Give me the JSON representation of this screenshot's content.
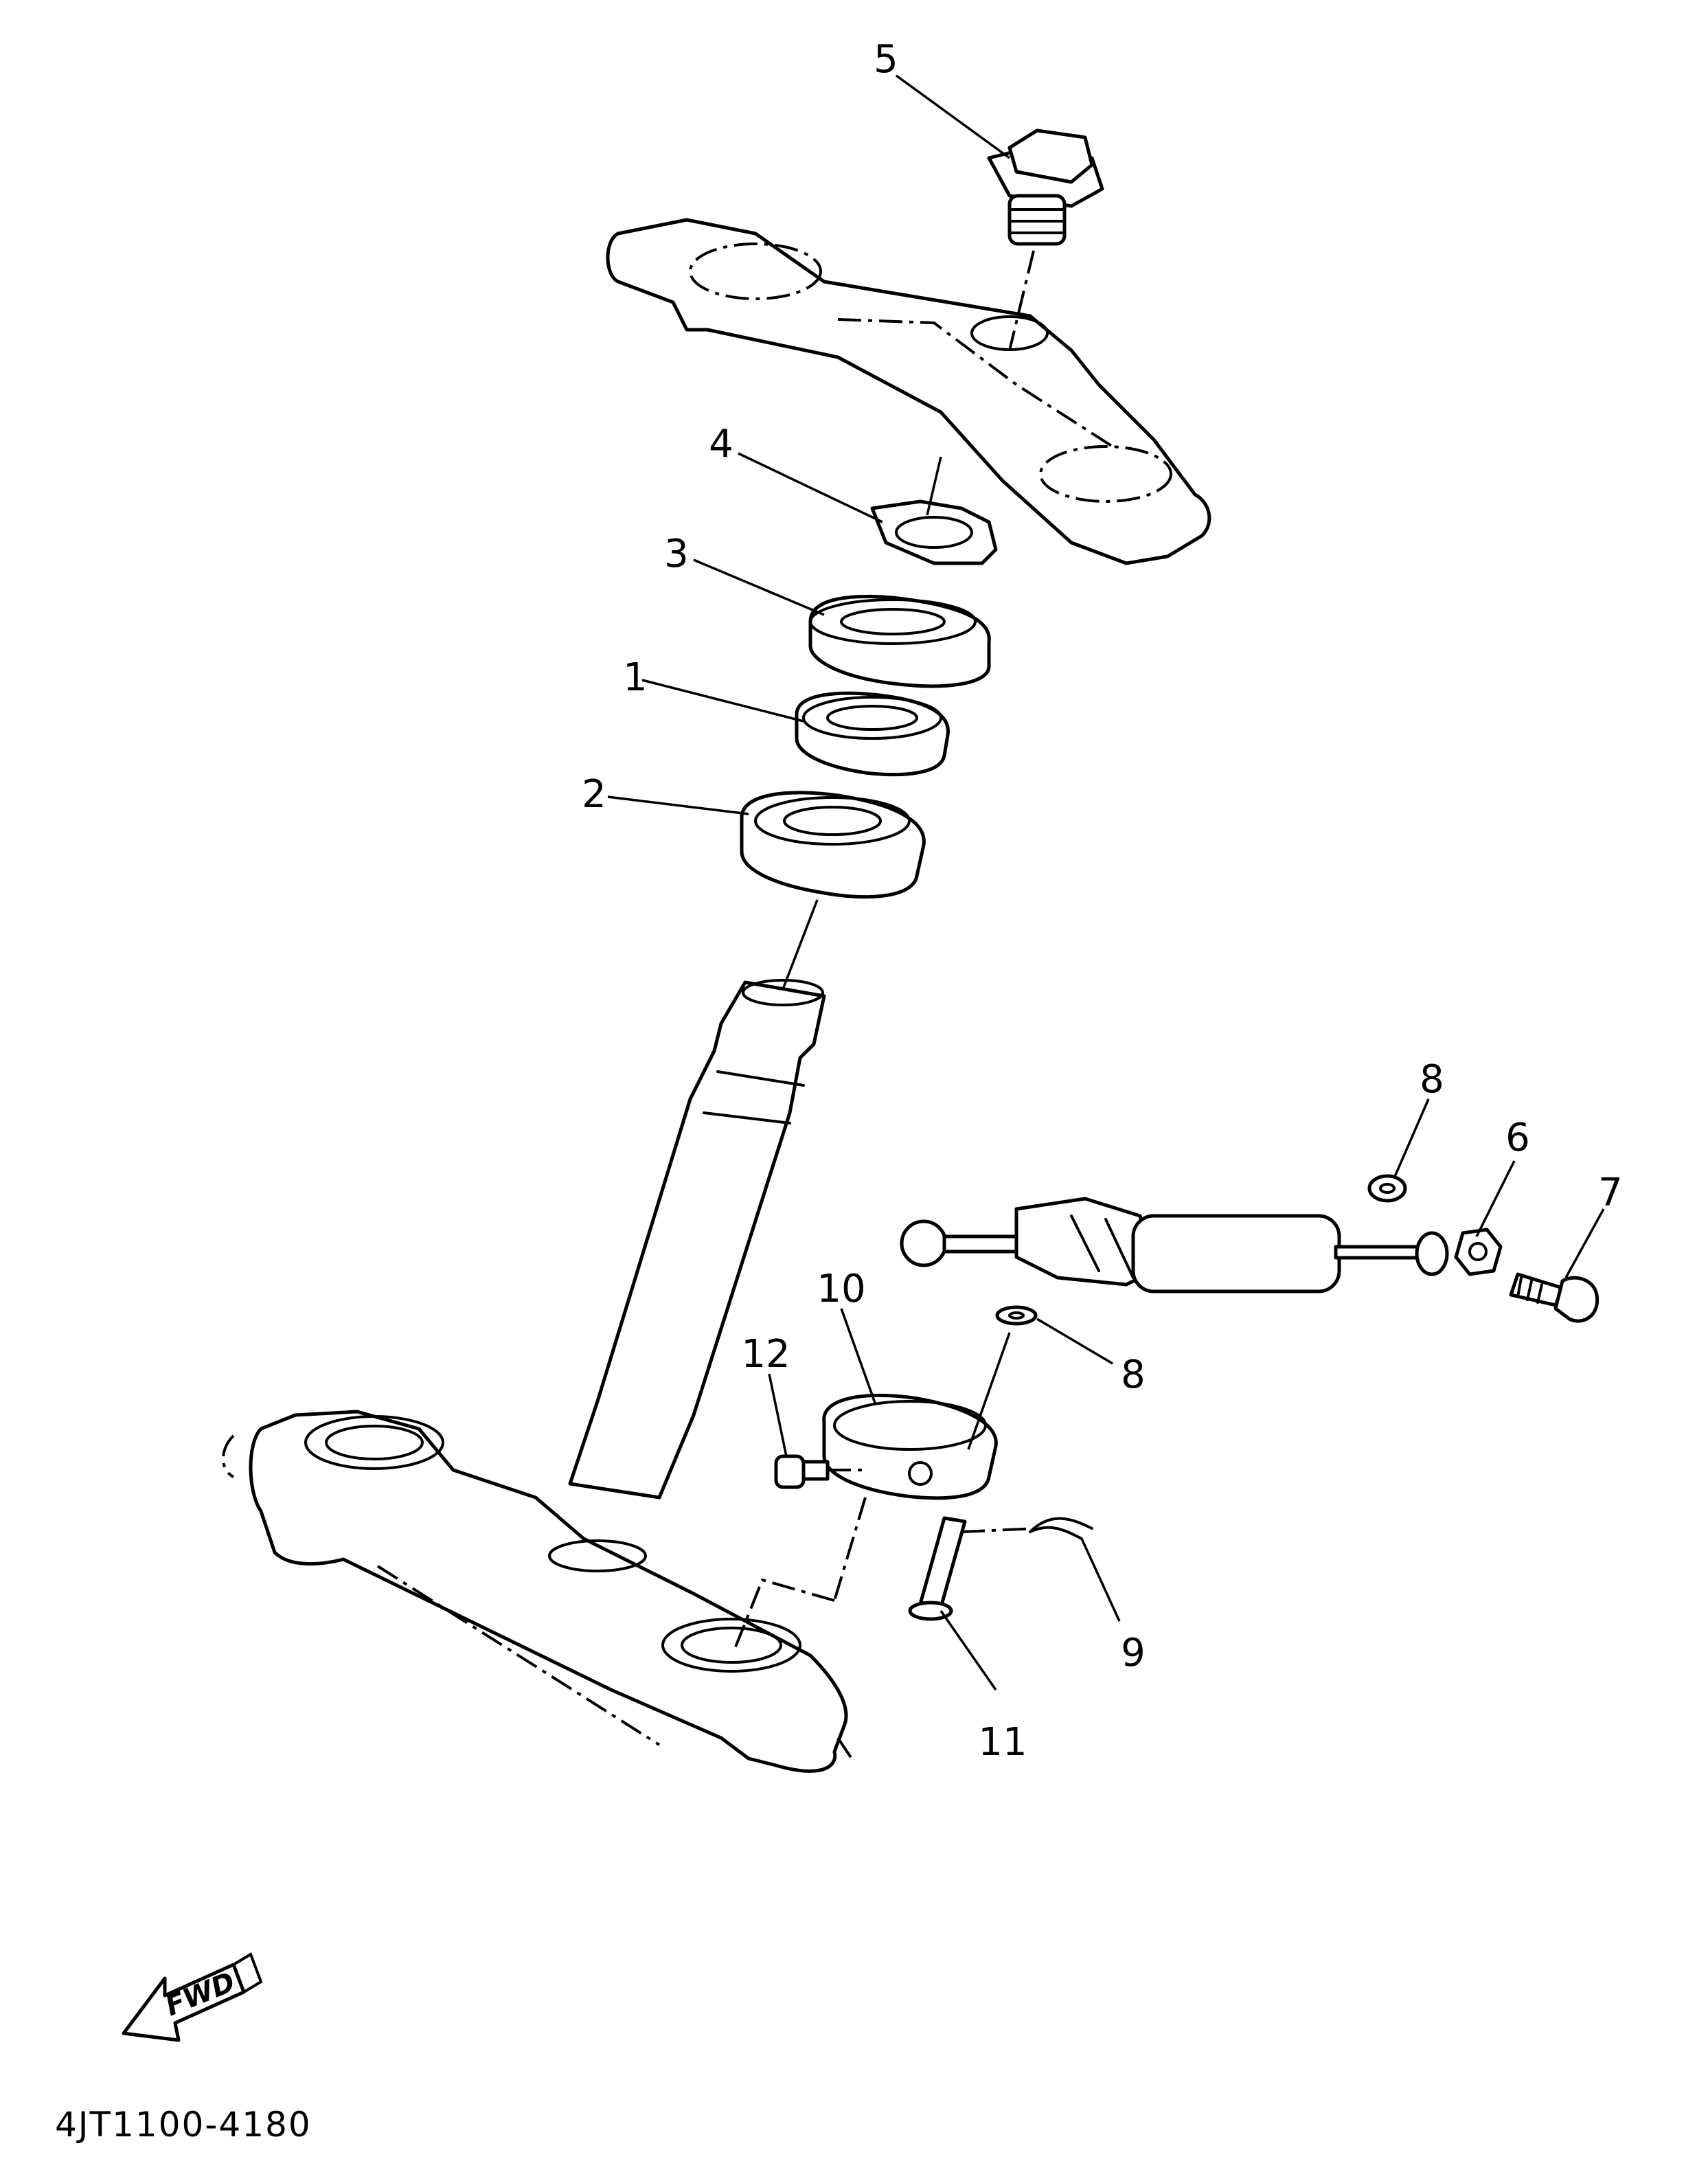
{
  "callouts": [
    {
      "id": "1",
      "text": "1"
    },
    {
      "id": "2",
      "text": "2"
    },
    {
      "id": "3",
      "text": "3"
    },
    {
      "id": "4",
      "text": "4"
    },
    {
      "id": "5",
      "text": "5"
    },
    {
      "id": "6",
      "text": "6"
    },
    {
      "id": "7",
      "text": "7"
    },
    {
      "id": "8a",
      "text": "8"
    },
    {
      "id": "8b",
      "text": "8"
    },
    {
      "id": "9",
      "text": "9"
    },
    {
      "id": "10",
      "text": "10"
    },
    {
      "id": "11",
      "text": "11"
    },
    {
      "id": "12",
      "text": "12"
    }
  ],
  "direction_arrow": {
    "label": "FWD"
  },
  "diagram_code": "4JT1100-4180",
  "colors": {
    "ink": "#000000",
    "paper": "#ffffff"
  }
}
